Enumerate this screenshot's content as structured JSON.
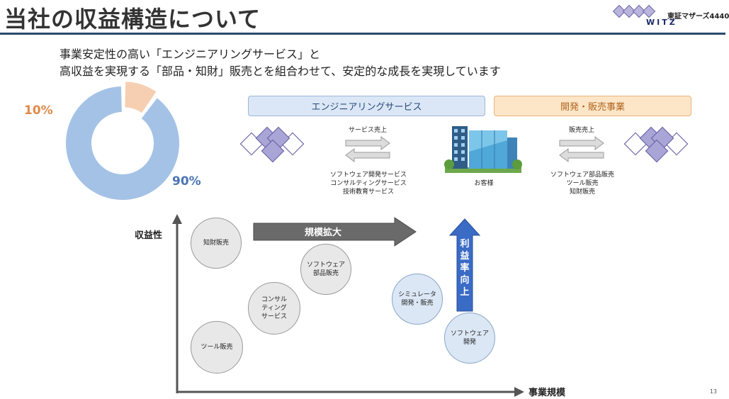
{
  "header": {
    "title": "当社の収益構造について",
    "logo_text": "WITZ",
    "market_label": "東証マザーズ4440"
  },
  "intro": {
    "line1": "事業安定性の高い「エンジニアリングサービス」と",
    "line2": "高収益を実現する「部品・知財」販売とを組合わせて、安定的な成長を実現しています"
  },
  "chart_data": {
    "type": "pie",
    "categories": [
      "10%",
      "90%"
    ],
    "values": [
      10,
      90
    ],
    "colors": [
      "#f6cfb2",
      "#a4c2e6"
    ],
    "label_colors": [
      "#e08a4a",
      "#4a74b4"
    ]
  },
  "banners": {
    "engineering": "エンジニアリングサービス",
    "development": "開発・販売事業"
  },
  "flows": {
    "left_arrow_label": "サービス売上",
    "right_arrow_label": "販売売上",
    "customer": "お客様",
    "left_services": [
      "ソフトウェア開発サービス",
      "コンサルティングサービス",
      "技術教育サービス"
    ],
    "right_products": [
      "ソフトウェア部品販売",
      "ツール販売",
      "知財販売"
    ]
  },
  "matrix": {
    "y_axis": "収益性",
    "x_axis": "事業規模",
    "scale_arrow": "規模拡大",
    "profit_arrow": [
      "利",
      "益",
      "率",
      "向",
      "上"
    ],
    "bubbles": {
      "ip_sales": "知財販売",
      "sw_parts": [
        "ソフトウェア",
        "部品販売"
      ],
      "consulting": [
        "コンサル",
        "ティング",
        "サービス"
      ],
      "tool_sales": "ツール販売",
      "simulator": [
        "シミュレータ",
        "開発・販売"
      ],
      "sw_dev": [
        "ソフトウェア",
        "開発"
      ]
    }
  },
  "footer": {
    "page_number": "13"
  },
  "colors": {
    "title_rule": "#2a4a6e",
    "engineering_banner": "#dbe7f6",
    "development_banner": "#fde6c8",
    "profit_arrow": "#3a6bc5",
    "scale_arrow": "#6a6a6a"
  },
  "icons": [
    "witz-logo-icon",
    "diamond-cluster-icon",
    "building-icon",
    "arrow-right-icon",
    "arrow-left-icon"
  ]
}
